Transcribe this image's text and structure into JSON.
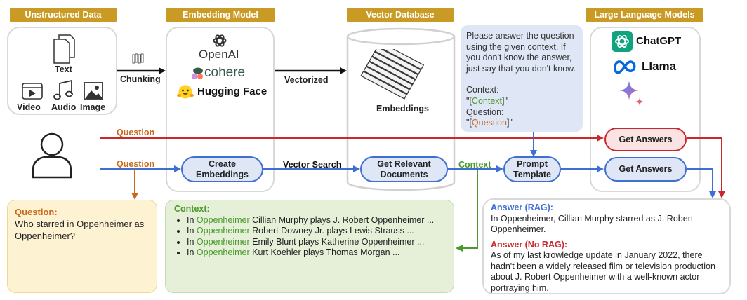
{
  "headers": {
    "unstructured": "Unstructured Data",
    "embedding": "Embedding Model",
    "vectordb": "Vector Database",
    "llm": "Large Language Models"
  },
  "unstructured": {
    "text": "Text",
    "video": "Video",
    "audio": "Audio",
    "image": "Image"
  },
  "arrows": {
    "chunking": "Chunking",
    "vectorized": "Vectorized",
    "question_top": "Question",
    "question_mid": "Question",
    "vector_search": "Vector Search",
    "context": "Context"
  },
  "embedding_models": {
    "openai": "OpenAI",
    "cohere": "cohere",
    "hugging_face": "Hugging Face"
  },
  "vectordb": {
    "embeddings": "Embeddings"
  },
  "pipeline": {
    "create_embeddings": [
      "Create",
      "Embeddings"
    ],
    "get_relevant_documents": [
      "Get Relevant",
      "Documents"
    ],
    "prompt_template": [
      "Prompt",
      "Template"
    ],
    "get_answers_top": "Get Answers",
    "get_answers_mid": "Get Answers"
  },
  "prompt_note": {
    "instruction": "Please answer the question using the given context. If you don't know the answer, just say that you don't know.",
    "context_label": "Context:",
    "context_value_pre": "\"[",
    "context_value": "Context",
    "context_value_post": "]\"",
    "question_label": "Question:",
    "question_value_pre": "\"[",
    "question_value": "Question",
    "question_value_post": "]\""
  },
  "llms": {
    "chatgpt": "ChatGPT",
    "llama": "Llama"
  },
  "question_box": {
    "label": "Question:",
    "text": "Who starred in Oppenheimer as Oppenheimer?"
  },
  "context_box": {
    "label": "Context:",
    "items": [
      {
        "pre": "In ",
        "hl": "Oppenheimer",
        "post": " Cillian Murphy plays J. Robert Oppenheimer ..."
      },
      {
        "pre": "In ",
        "hl": "Oppenheimer",
        "post": " Robert Downey Jr. plays Lewis Strauss ..."
      },
      {
        "pre": "In ",
        "hl": "Oppenheimer",
        "post": " Emily Blunt plays Katherine Oppenheimer ..."
      },
      {
        "pre": "In ",
        "hl": "Oppenheimer",
        "post": " Kurt Koehler plays Thomas Morgan ..."
      }
    ]
  },
  "answer_box": {
    "rag_label": "Answer (RAG):",
    "rag_text": "In Oppenheimer, Cillian Murphy starred as J. Robert Oppenheimer.",
    "norag_label": "Answer (No RAG):",
    "norag_text": "As of my last krowledge update in January 2022, there hadn't been a widely released film or television production about J. Robert Oppenheimer with a well-known actor portraying him."
  },
  "colors": {
    "header": "#c99a24",
    "blue": "#3f6fd0",
    "red": "#c9282d",
    "orange": "#c86a1e",
    "green": "#4a9a2c"
  }
}
